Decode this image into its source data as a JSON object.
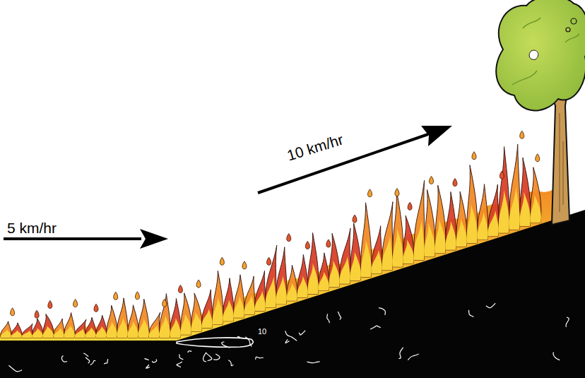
{
  "diagram": {
    "labels": [
      "5 km/hr",
      "10 km/hr",
      "10"
    ]
  }
}
